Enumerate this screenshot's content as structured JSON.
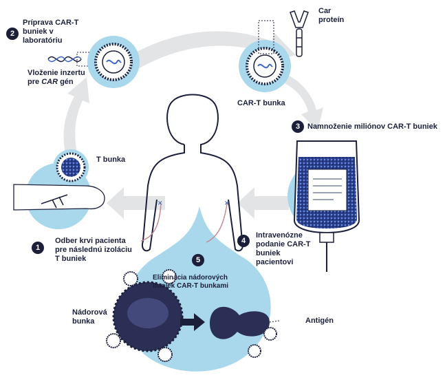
{
  "colors": {
    "navy": "#1b1f3a",
    "light_blue": "#a9d8ec",
    "arrow_gray": "#e3e4e6",
    "cell_blue": "#4a63b6",
    "tumor": "#2b2f55"
  },
  "steps": [
    {
      "number": "1",
      "text_lines": [
        "Odber krvi pacienta",
        "pre následnú izoláciu",
        "T buniek"
      ]
    },
    {
      "number": "2",
      "text_lines": [
        "Príprava CAR-T",
        "buniek v",
        "laboratóriu"
      ]
    },
    {
      "number": "3",
      "text_lines": [
        "Namnoženie miliónov CAR-T buniek"
      ]
    },
    {
      "number": "4",
      "text_lines": [
        "Intravenózne",
        "podanie  CAR-T",
        "buniek",
        "pacientovi"
      ]
    },
    {
      "number": "5",
      "text_lines": [
        "Eliminácia nádorových",
        "buniek CAR-T bunkami"
      ]
    }
  ],
  "labels": {
    "insert_line1": "Vloženie inzertu",
    "insert_prefix": "pre ",
    "insert_car": "CAR",
    "insert_suffix": " gén",
    "car_protein_line1": "Car",
    "car_protein_line2": "proteín",
    "car_t_cell": "CAR-T bunka",
    "t_cell": "T bunka",
    "tumor_cell_line1": "Nádorová",
    "tumor_cell_line2": "bunka",
    "antigen": "Antigén"
  }
}
